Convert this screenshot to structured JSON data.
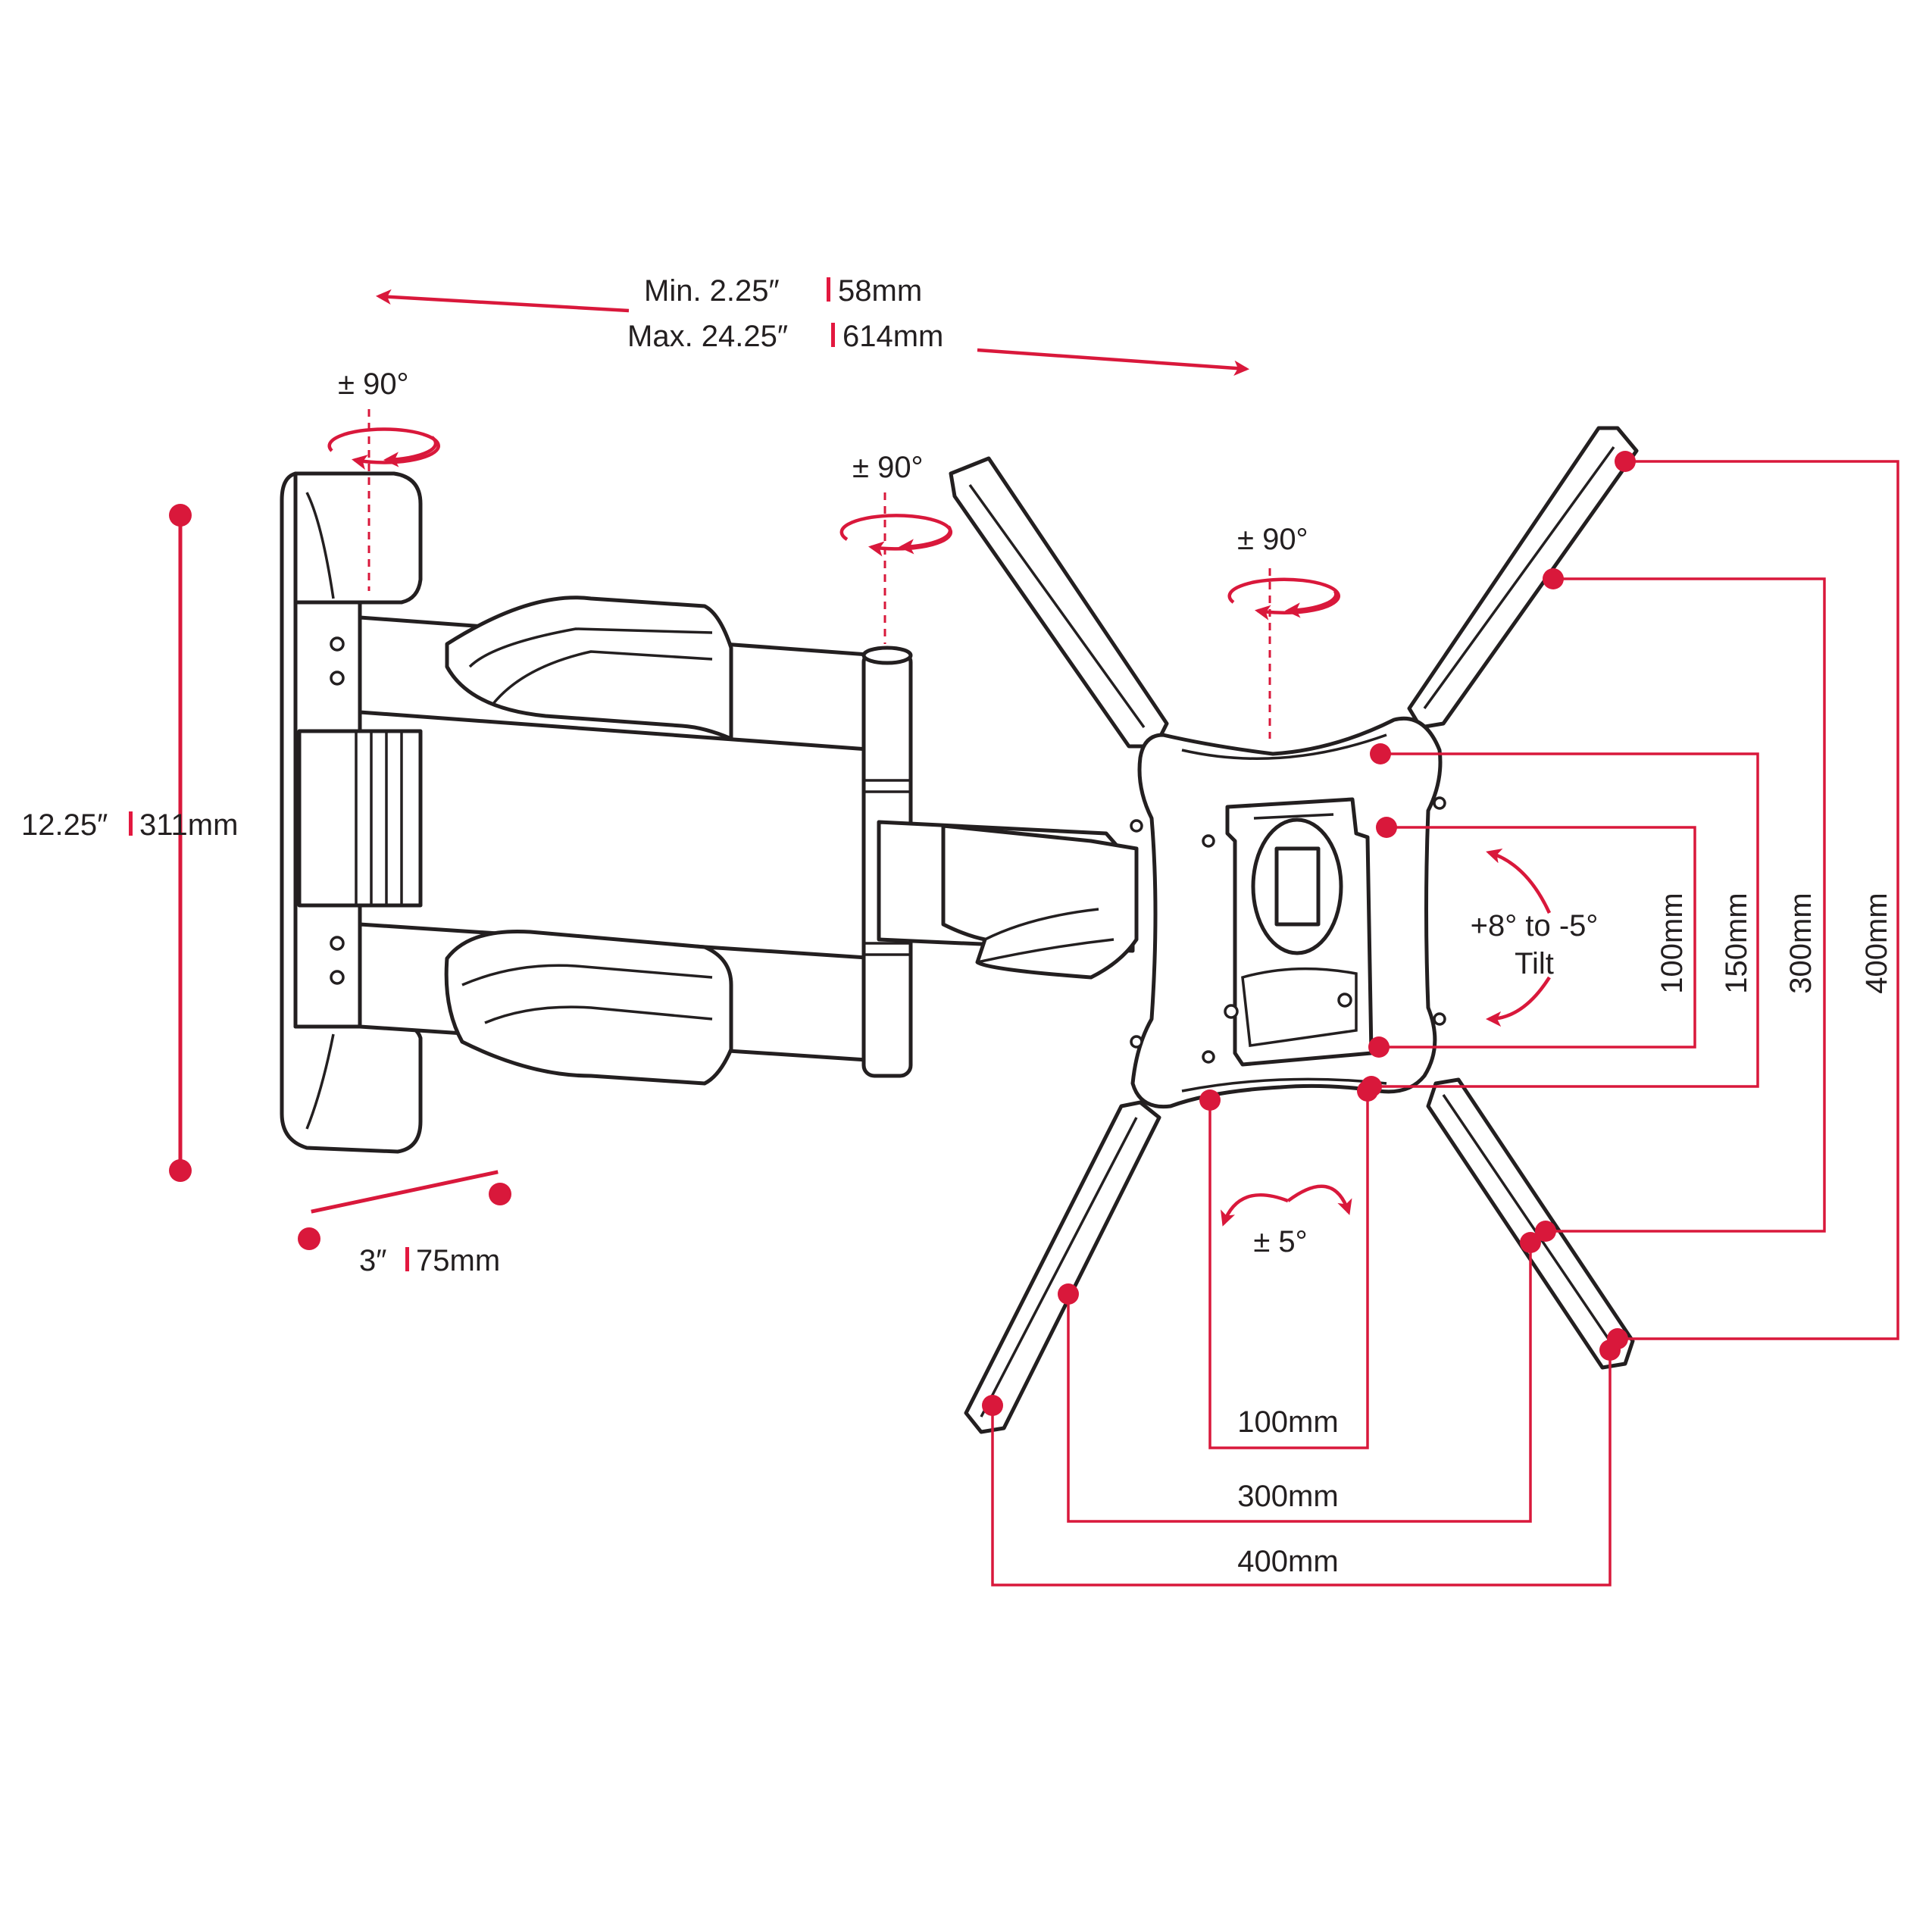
{
  "reach": {
    "min_text": "Min.  2.25″",
    "min_metric": "58mm",
    "max_text": "Max.  24.25″",
    "max_metric": "614mm"
  },
  "swivels": {
    "wall": "± 90°",
    "middle": "± 90°",
    "head": "± 90°"
  },
  "wall_plate": {
    "height_imperial": "12.25″",
    "height_metric": "311mm",
    "profile_imperial": "3″",
    "profile_metric": "75mm"
  },
  "tilt": {
    "line1": "+8° to -5°",
    "line2": "Tilt"
  },
  "level": {
    "label": "± 5°"
  },
  "vesa_vertical": [
    "100mm",
    "150mm",
    "300mm",
    "400mm"
  ],
  "vesa_horizontal": [
    "100mm",
    "300mm",
    "400mm"
  ],
  "colors": {
    "accent": "#d9183b",
    "line": "#231f20"
  }
}
